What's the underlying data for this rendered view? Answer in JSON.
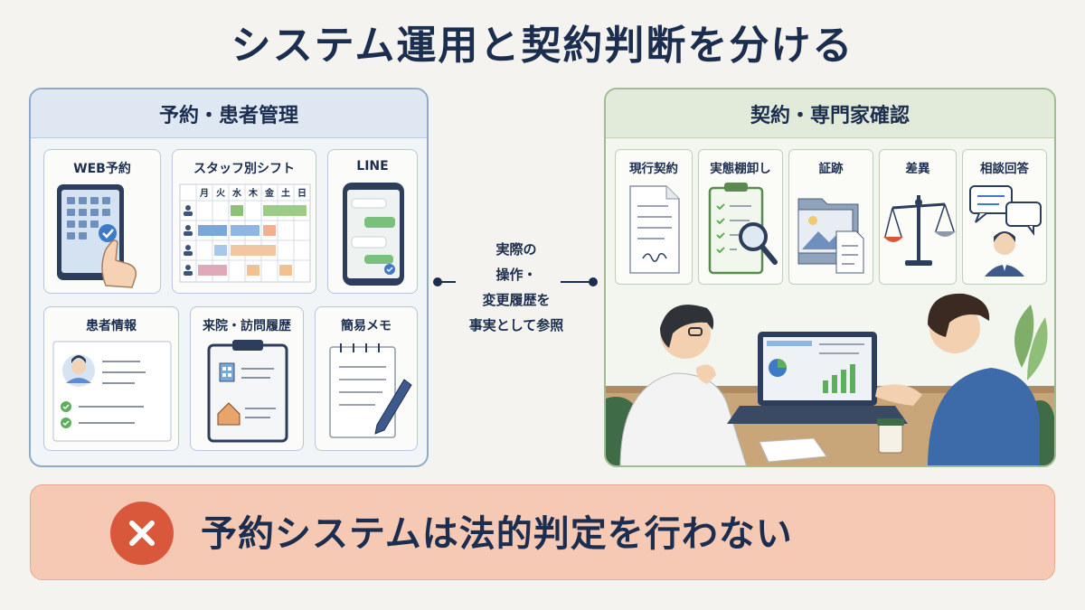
{
  "title": "システム運用と契約判断を分ける",
  "left_panel": {
    "heading": "予約・患者管理",
    "cards": [
      {
        "label": "WEB予約"
      },
      {
        "label": "スタッフ別シフト"
      },
      {
        "label": "LINE"
      },
      {
        "label": "患者情報"
      },
      {
        "label": "来院・訪問履歴"
      },
      {
        "label": "簡易メモ"
      }
    ],
    "shift_days": [
      "月",
      "火",
      "水",
      "木",
      "金",
      "土",
      "日"
    ]
  },
  "middle": {
    "lines": [
      "実際の",
      "操作・",
      "変更履歴を",
      "事実として参照"
    ]
  },
  "right_panel": {
    "heading": "契約・専門家確認",
    "cards": [
      {
        "label": "現行契約"
      },
      {
        "label": "実態棚卸し"
      },
      {
        "label": "証跡"
      },
      {
        "label": "差異"
      },
      {
        "label": "相談回答"
      }
    ]
  },
  "banner": {
    "text": "予約システムは法的判定を行わない",
    "icon": "cross-icon"
  },
  "colors": {
    "navy": "#1c2e4f",
    "left_border": "#8fa9c9",
    "right_border": "#9fbc92",
    "banner_bg": "#f5c9b3",
    "cross_circle": "#d9583c"
  }
}
